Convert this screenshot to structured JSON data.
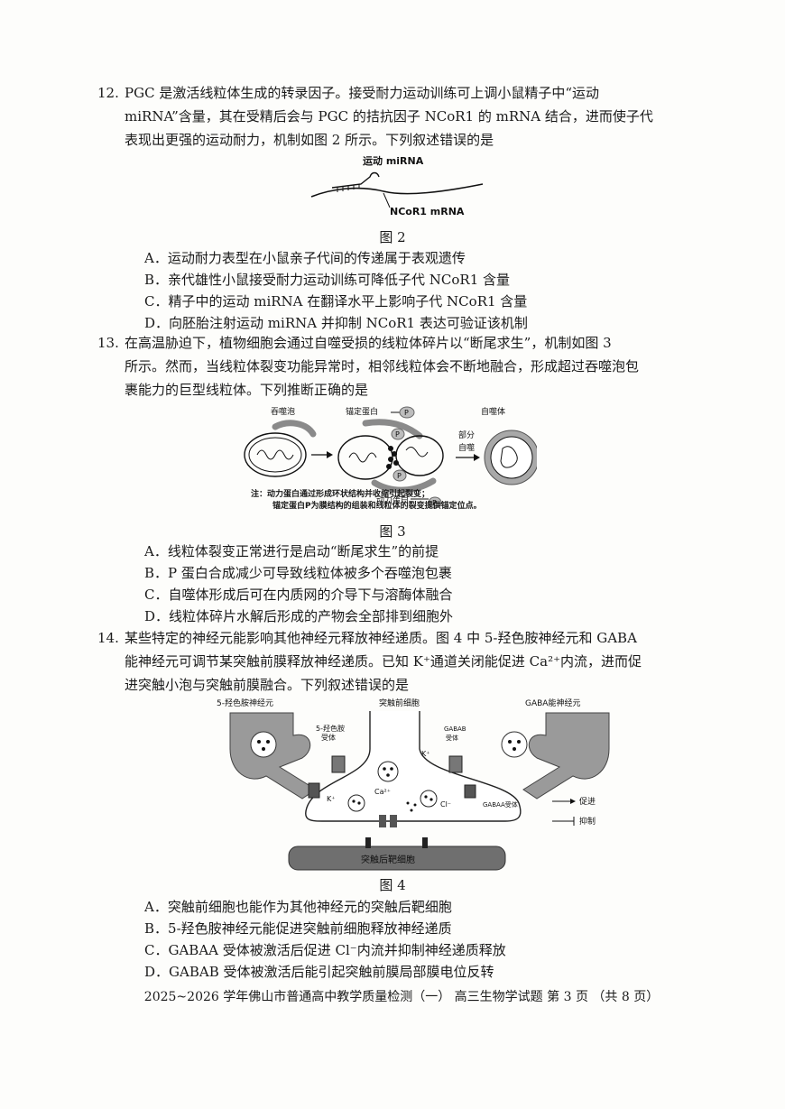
{
  "questions": [
    {
      "number": "12.",
      "stem": [
        "PGC 是激活线粒体生成的转录因子。接受耐力运动训练可上调小鼠精子中“运动",
        "miRNA”含量，其在受精后会与 PGC 的拮抗因子 NCoR1 的 mRNA 结合，进而使子代",
        "表现出更强的运动耐力，机制如图 2 所示。下列叙述错误的是"
      ],
      "figure": {
        "caption": "图 2",
        "labels": [
          "运动 miRNA",
          "NCoR1  mRNA"
        ]
      },
      "options": [
        "A．运动耐力表型在小鼠亲子代间的传递属于表观遗传",
        "B．亲代雄性小鼠接受耐力运动训练可降低子代 NCoR1 含量",
        "C．精子中的运动 miRNA 在翻译水平上影响子代 NCoR1 含量",
        "D．向胚胎注射运动 miRNA 并抑制 NCoR1 表达可验证该机制"
      ]
    },
    {
      "number": "13.",
      "stem": [
        "在高温胁迫下，植物细胞会通过自噬受损的线粒体碎片以“断尾求生”，机制如图 3",
        "所示。然而，当线粒体裂变功能异常时，相邻线粒体会不断地融合，形成超过吞噬泡包",
        "裹能力的巨型线粒体。下列推断正确的是"
      ],
      "figure": {
        "caption": "图 3",
        "labels": [
          "吞噬泡",
          "锚定蛋白",
          "P",
          "自噬体",
          "部分",
          "自噬",
          "动力蛋白"
        ],
        "notes": [
          "注：动力蛋白通过形成环状结构并收缩引起裂变；",
          "锚定蛋白P为膜结构的组装和线粒体的裂变提供锚定位点。"
        ]
      },
      "options": [
        "A．线粒体裂变正常进行是启动“断尾求生”的前提",
        "B．P 蛋白合成减少可导致线粒体被多个吞噬泡包裹",
        "C．自噬体形成后可在内质网的介导下与溶酶体融合",
        "D．线粒体碎片水解后形成的产物会全部排到细胞外"
      ]
    },
    {
      "number": "14.",
      "stem": [
        "某些特定的神经元能影响其他神经元释放神经递质。图 4 中 5-羟色胺神经元和 GABA",
        "能神经元可调节某突触前膜释放神经递质。已知 K⁺通道关闭能促进 Ca²⁺内流，进而促",
        "进突触小泡与突触前膜融合。下列叙述错误的是"
      ],
      "figure": {
        "caption": "图 4",
        "labels": [
          "5-羟色胺神经元",
          "突触前细胞",
          "GABA能神经元",
          "5-羟色胺",
          "受体",
          "GABAB",
          "受体",
          "K⁺",
          "K⁺",
          "Ca²⁺",
          "Cl⁻",
          "GABAA受体",
          "突触后靶细胞"
        ],
        "legend": [
          "促进",
          "抑制"
        ]
      },
      "options": [
        "A．突触前细胞也能作为其他神经元的突触后靶细胞",
        "B．5-羟色胺神经元能促进突触前细胞释放神经递质",
        "C．GABAA 受体被激活后促进 Cl⁻内流并抑制神经递质释放",
        "D．GABAB 受体被激活后能引起突触前膜局部膜电位反转"
      ]
    }
  ],
  "footer": "2025~2026 学年佛山市普通高中教学质量检测（一）  高三生物学试题 第 3 页 （共 8 页）",
  "colors": {
    "text": "#1a1a1a",
    "shade": "#9a9a9a",
    "dark": "#555555"
  }
}
